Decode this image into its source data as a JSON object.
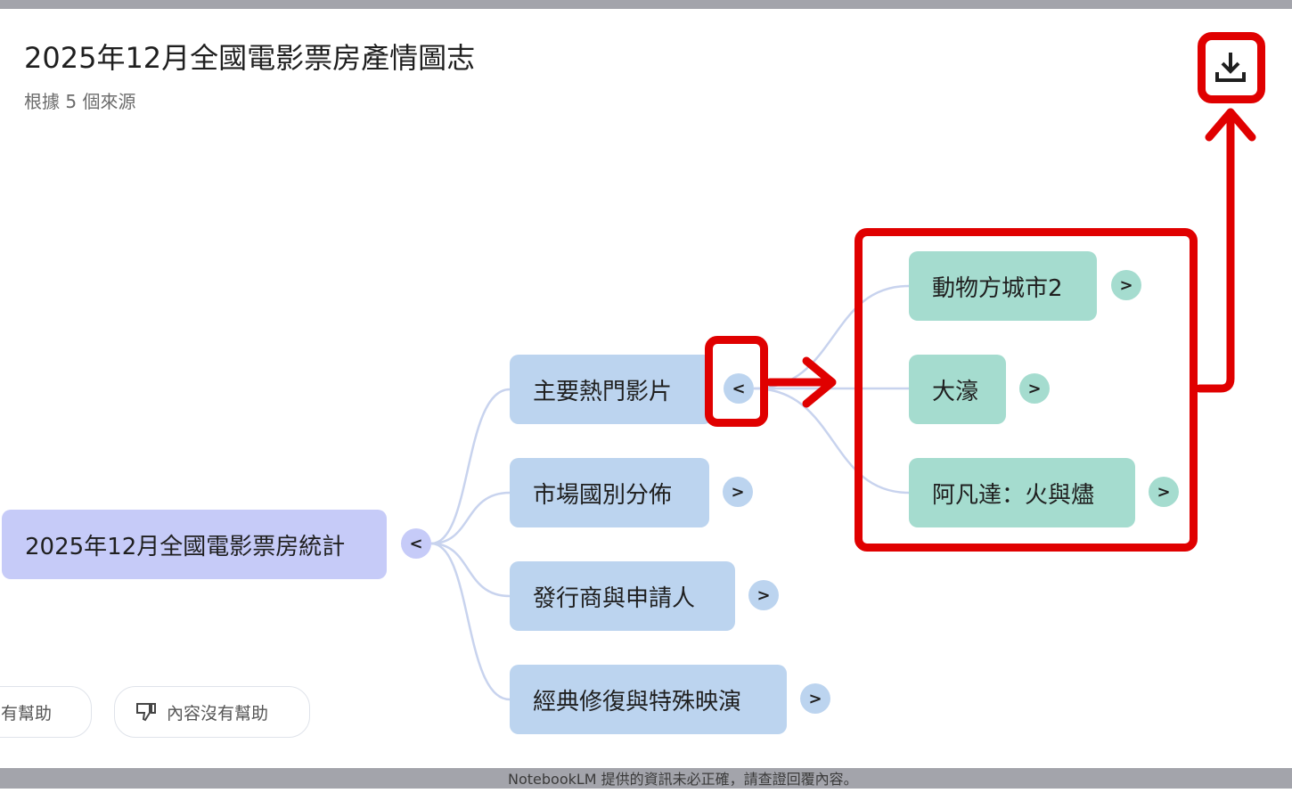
{
  "header": {
    "title": "2025年12月全國電影票房產情圖志",
    "subtitle": "根據 5 個來源",
    "download_icon": "download-icon"
  },
  "mindmap": {
    "root": {
      "label": "2025年12月全國電影票房統計",
      "toggle": "<"
    },
    "children": [
      {
        "label": "主要熱門影片",
        "toggle": "<",
        "children": [
          {
            "label": "動物方城市2",
            "toggle": ">"
          },
          {
            "label": "大濠",
            "toggle": ">"
          },
          {
            "label": "阿凡達：火與燼",
            "toggle": ">"
          }
        ]
      },
      {
        "label": "市場國別分佈",
        "toggle": ">"
      },
      {
        "label": "發行商與申請人",
        "toggle": ">"
      },
      {
        "label": "經典修復與特殊映演",
        "toggle": ">"
      }
    ]
  },
  "feedback": {
    "helpful": "內容有幫助",
    "not_helpful": "內容沒有幫助"
  },
  "footer": {
    "disclaimer": "NotebookLM 提供的資訊未必正確，請查證回覆內容。"
  },
  "colors": {
    "root": "#c6cbf8",
    "level1": "#bcd4ef",
    "level2": "#a5dccf",
    "annotation": "#e00000"
  }
}
